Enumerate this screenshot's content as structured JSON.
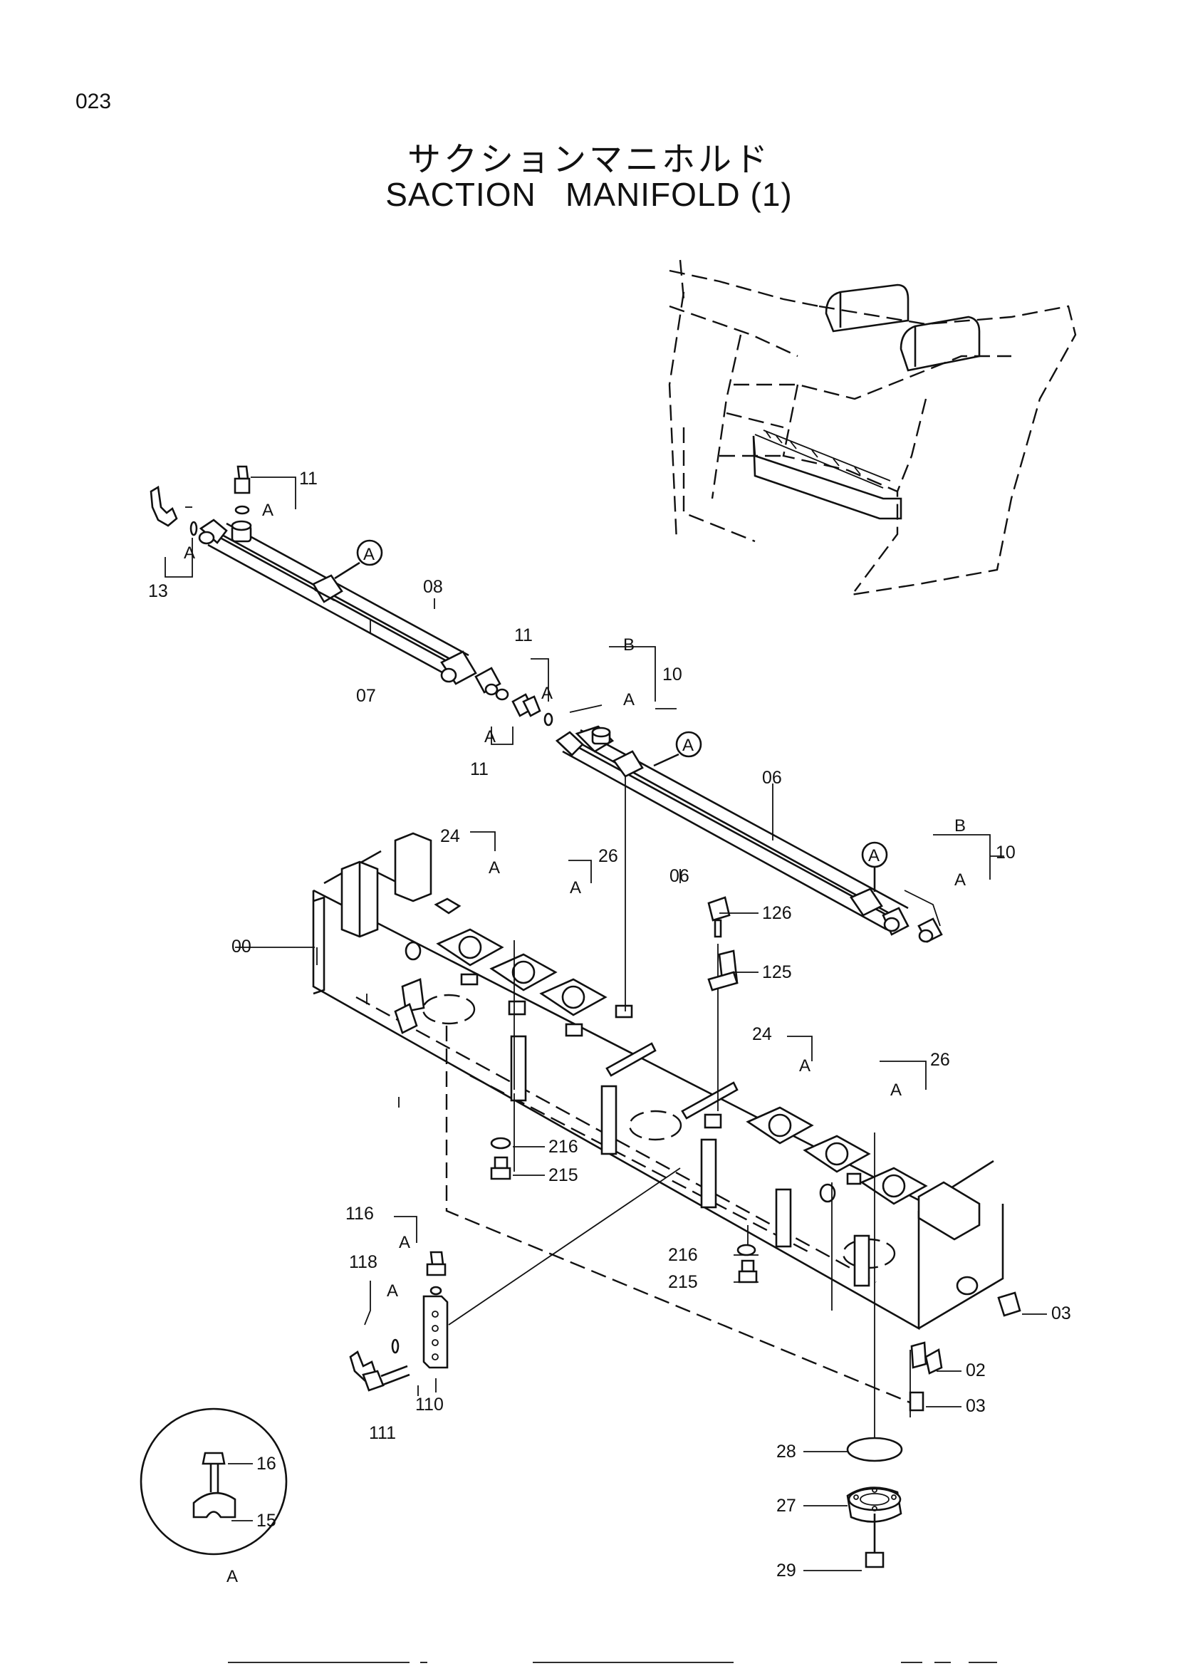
{
  "page_number": "023",
  "title_jp": "サクションマニホルド",
  "title_en": "SACTION   MANIFOLD (1)",
  "callouts": {
    "c00": "00",
    "c02": "02",
    "c03a": "03",
    "c03b": "03",
    "c06a": "06",
    "c06b": "06",
    "c07": "07",
    "c08": "08",
    "c10a": "10",
    "c10b": "10",
    "c11a": "11",
    "c11b": "11",
    "c11c": "11",
    "c13": "13",
    "c15": "15",
    "c16": "16",
    "c24a": "24",
    "c24b": "24",
    "c26a": "26",
    "c26b": "26",
    "c27": "27",
    "c28": "28",
    "c29": "29",
    "c110": "110",
    "c111": "111",
    "c116": "116",
    "c118": "118",
    "c125": "125",
    "c126": "126",
    "c215a": "215",
    "c215b": "215",
    "c216a": "216",
    "c216b": "216"
  },
  "refs": {
    "A": "A",
    "B": "B"
  }
}
